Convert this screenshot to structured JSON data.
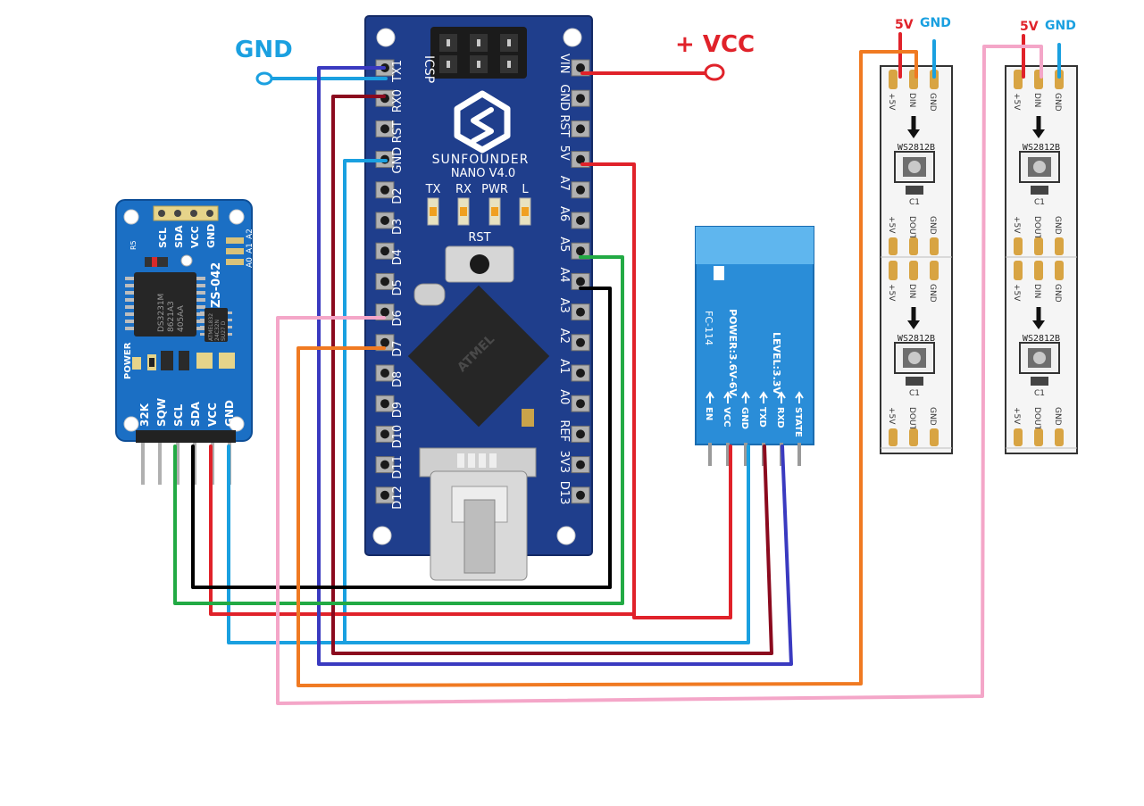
{
  "power_labels": {
    "gnd": "GND",
    "vcc": "+ VCC"
  },
  "nano": {
    "brand": "SUNFOUNDER",
    "model": "NANO V4.0",
    "icsp": "ICSP",
    "rst_button": "RST",
    "chip_brand": "ATMEL",
    "leds": [
      "TX",
      "RX",
      "PWR",
      "L"
    ],
    "left_pins": [
      "TX1",
      "RX0",
      "RST",
      "GND",
      "D2",
      "D3",
      "D4",
      "D5",
      "D6",
      "D7",
      "D8",
      "D9",
      "D10",
      "D11",
      "D12"
    ],
    "right_pins": [
      "VIN",
      "GND",
      "RST",
      "5V",
      "A7",
      "A6",
      "A5",
      "A4",
      "A3",
      "A2",
      "A1",
      "A0",
      "REF",
      "3V3",
      "D13"
    ]
  },
  "rtc": {
    "module": "ZS-042",
    "chip_text": [
      "DS3231M",
      "8621A3",
      "405AA"
    ],
    "eeprom_text": [
      "ATMEL832",
      "24C32N",
      "SU27 D"
    ],
    "top_pins": [
      "SCL",
      "SDA",
      "VCC",
      "GND"
    ],
    "address_pins": [
      "A0",
      "A1",
      "A2"
    ],
    "resistor": "R5",
    "power_led": "POWER",
    "bottom_pins": [
      "32K",
      "SQW",
      "SCL",
      "SDA",
      "VCC",
      "GND"
    ]
  },
  "bluetooth": {
    "model": "FC-114",
    "power_spec": "POWER:3.6V-6V",
    "level_spec": "LEVEL:3.3V",
    "pins": [
      "EN",
      "VCC",
      "GND",
      "TXD",
      "RXD",
      "STATE"
    ]
  },
  "led_strips": [
    {
      "header": {
        "v5": "5V",
        "gnd": "GND"
      },
      "chip": "WS2812B",
      "cap": "C1",
      "pads_in": [
        "+5V",
        "DIN",
        "GND"
      ],
      "pads_out": [
        "+5V",
        "DOUT",
        "GND"
      ]
    },
    {
      "header": {
        "v5": "5V",
        "gnd": "GND"
      },
      "chip": "WS2812B",
      "cap": "C1",
      "pads_in": [
        "+5V",
        "DIN",
        "GND"
      ],
      "pads_out": [
        "+5V",
        "DOUT",
        "GND"
      ]
    }
  ],
  "colors": {
    "nano_board": "#1f3e8c",
    "rtc_board": "#1b6fc4",
    "bt_board": "#2a8dd8",
    "red_wire": "#e0222a",
    "blue_wire": "#1aa0e0",
    "navy_wire": "#3a3ac0",
    "maroon_wire": "#8b0a1e",
    "green_wire": "#22aa44",
    "black_wire": "#000000",
    "orange_wire": "#f07a22",
    "pink_wire": "#f4a6c8",
    "gnd_label": "#1aa0e0",
    "vcc_label": "#e0222a"
  }
}
